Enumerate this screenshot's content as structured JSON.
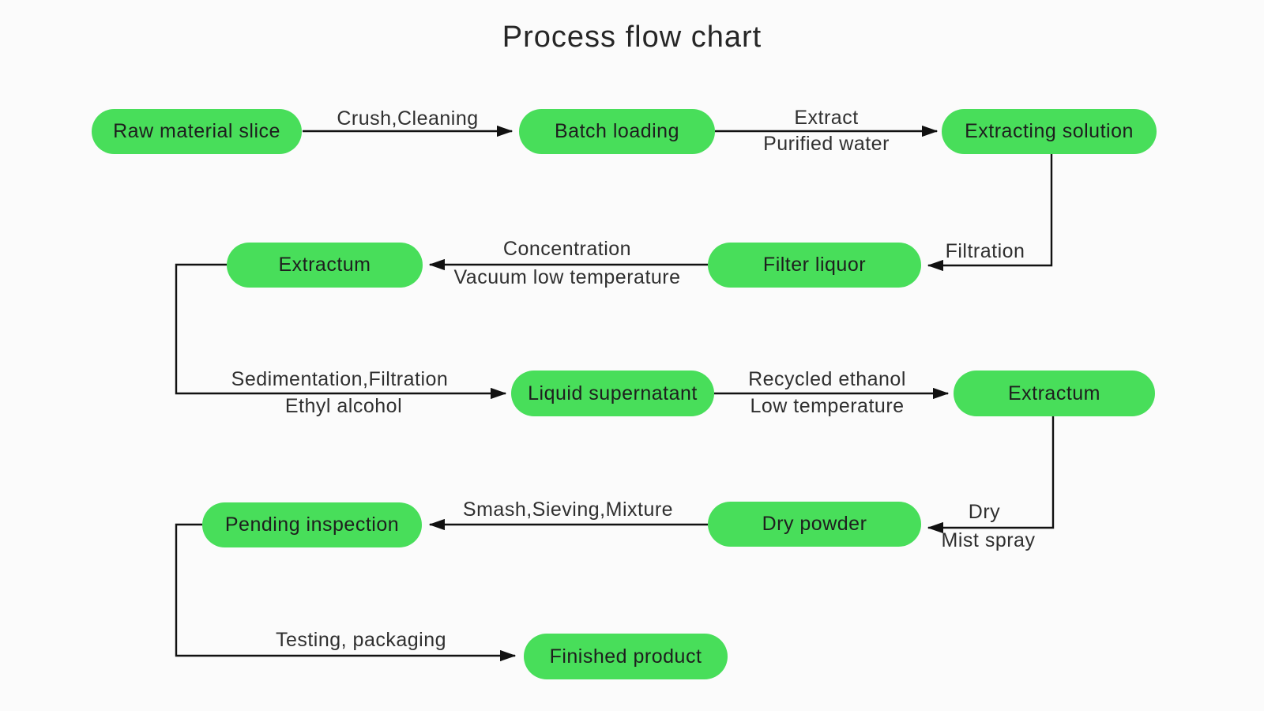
{
  "title": "Process flow chart",
  "colors": {
    "node_fill": "#48DE5A",
    "node_text": "#1e1e1e",
    "edge_line": "#111111",
    "label_text": "#2f2f2f",
    "background": "#fbfbfb"
  },
  "nodes": [
    {
      "id": "raw-material-slice",
      "label": "Raw material slice"
    },
    {
      "id": "batch-loading",
      "label": "Batch loading"
    },
    {
      "id": "extracting-solution",
      "label": "Extracting solution"
    },
    {
      "id": "filter-liquor",
      "label": "Filter liquor"
    },
    {
      "id": "extractum-1",
      "label": "Extractum"
    },
    {
      "id": "liquid-supernatant",
      "label": "Liquid supernatant"
    },
    {
      "id": "extractum-2",
      "label": "Extractum"
    },
    {
      "id": "dry-powder",
      "label": "Dry powder"
    },
    {
      "id": "pending-inspection",
      "label": "Pending inspection"
    },
    {
      "id": "finished-product",
      "label": "Finished product"
    }
  ],
  "edges": [
    {
      "from": "raw-material-slice",
      "to": "batch-loading",
      "label_lines": [
        "Crush,Cleaning"
      ]
    },
    {
      "from": "batch-loading",
      "to": "extracting-solution",
      "label_lines": [
        "Extract",
        "Purified water"
      ]
    },
    {
      "from": "extracting-solution",
      "to": "filter-liquor",
      "label_lines": [
        "Filtration"
      ]
    },
    {
      "from": "filter-liquor",
      "to": "extractum-1",
      "label_lines": [
        "Concentration",
        "Vacuum low temperature"
      ]
    },
    {
      "from": "extractum-1",
      "to": "liquid-supernatant",
      "label_lines": [
        "Sedimentation,Filtration",
        "Ethyl alcohol"
      ]
    },
    {
      "from": "liquid-supernatant",
      "to": "extractum-2",
      "label_lines": [
        "Recycled ethanol",
        "Low temperature"
      ]
    },
    {
      "from": "extractum-2",
      "to": "dry-powder",
      "label_lines": [
        "Dry",
        "Mist spray"
      ]
    },
    {
      "from": "dry-powder",
      "to": "pending-inspection",
      "label_lines": [
        "Smash,Sieving,Mixture"
      ]
    },
    {
      "from": "pending-inspection",
      "to": "finished-product",
      "label_lines": [
        "Testing, packaging"
      ]
    }
  ]
}
